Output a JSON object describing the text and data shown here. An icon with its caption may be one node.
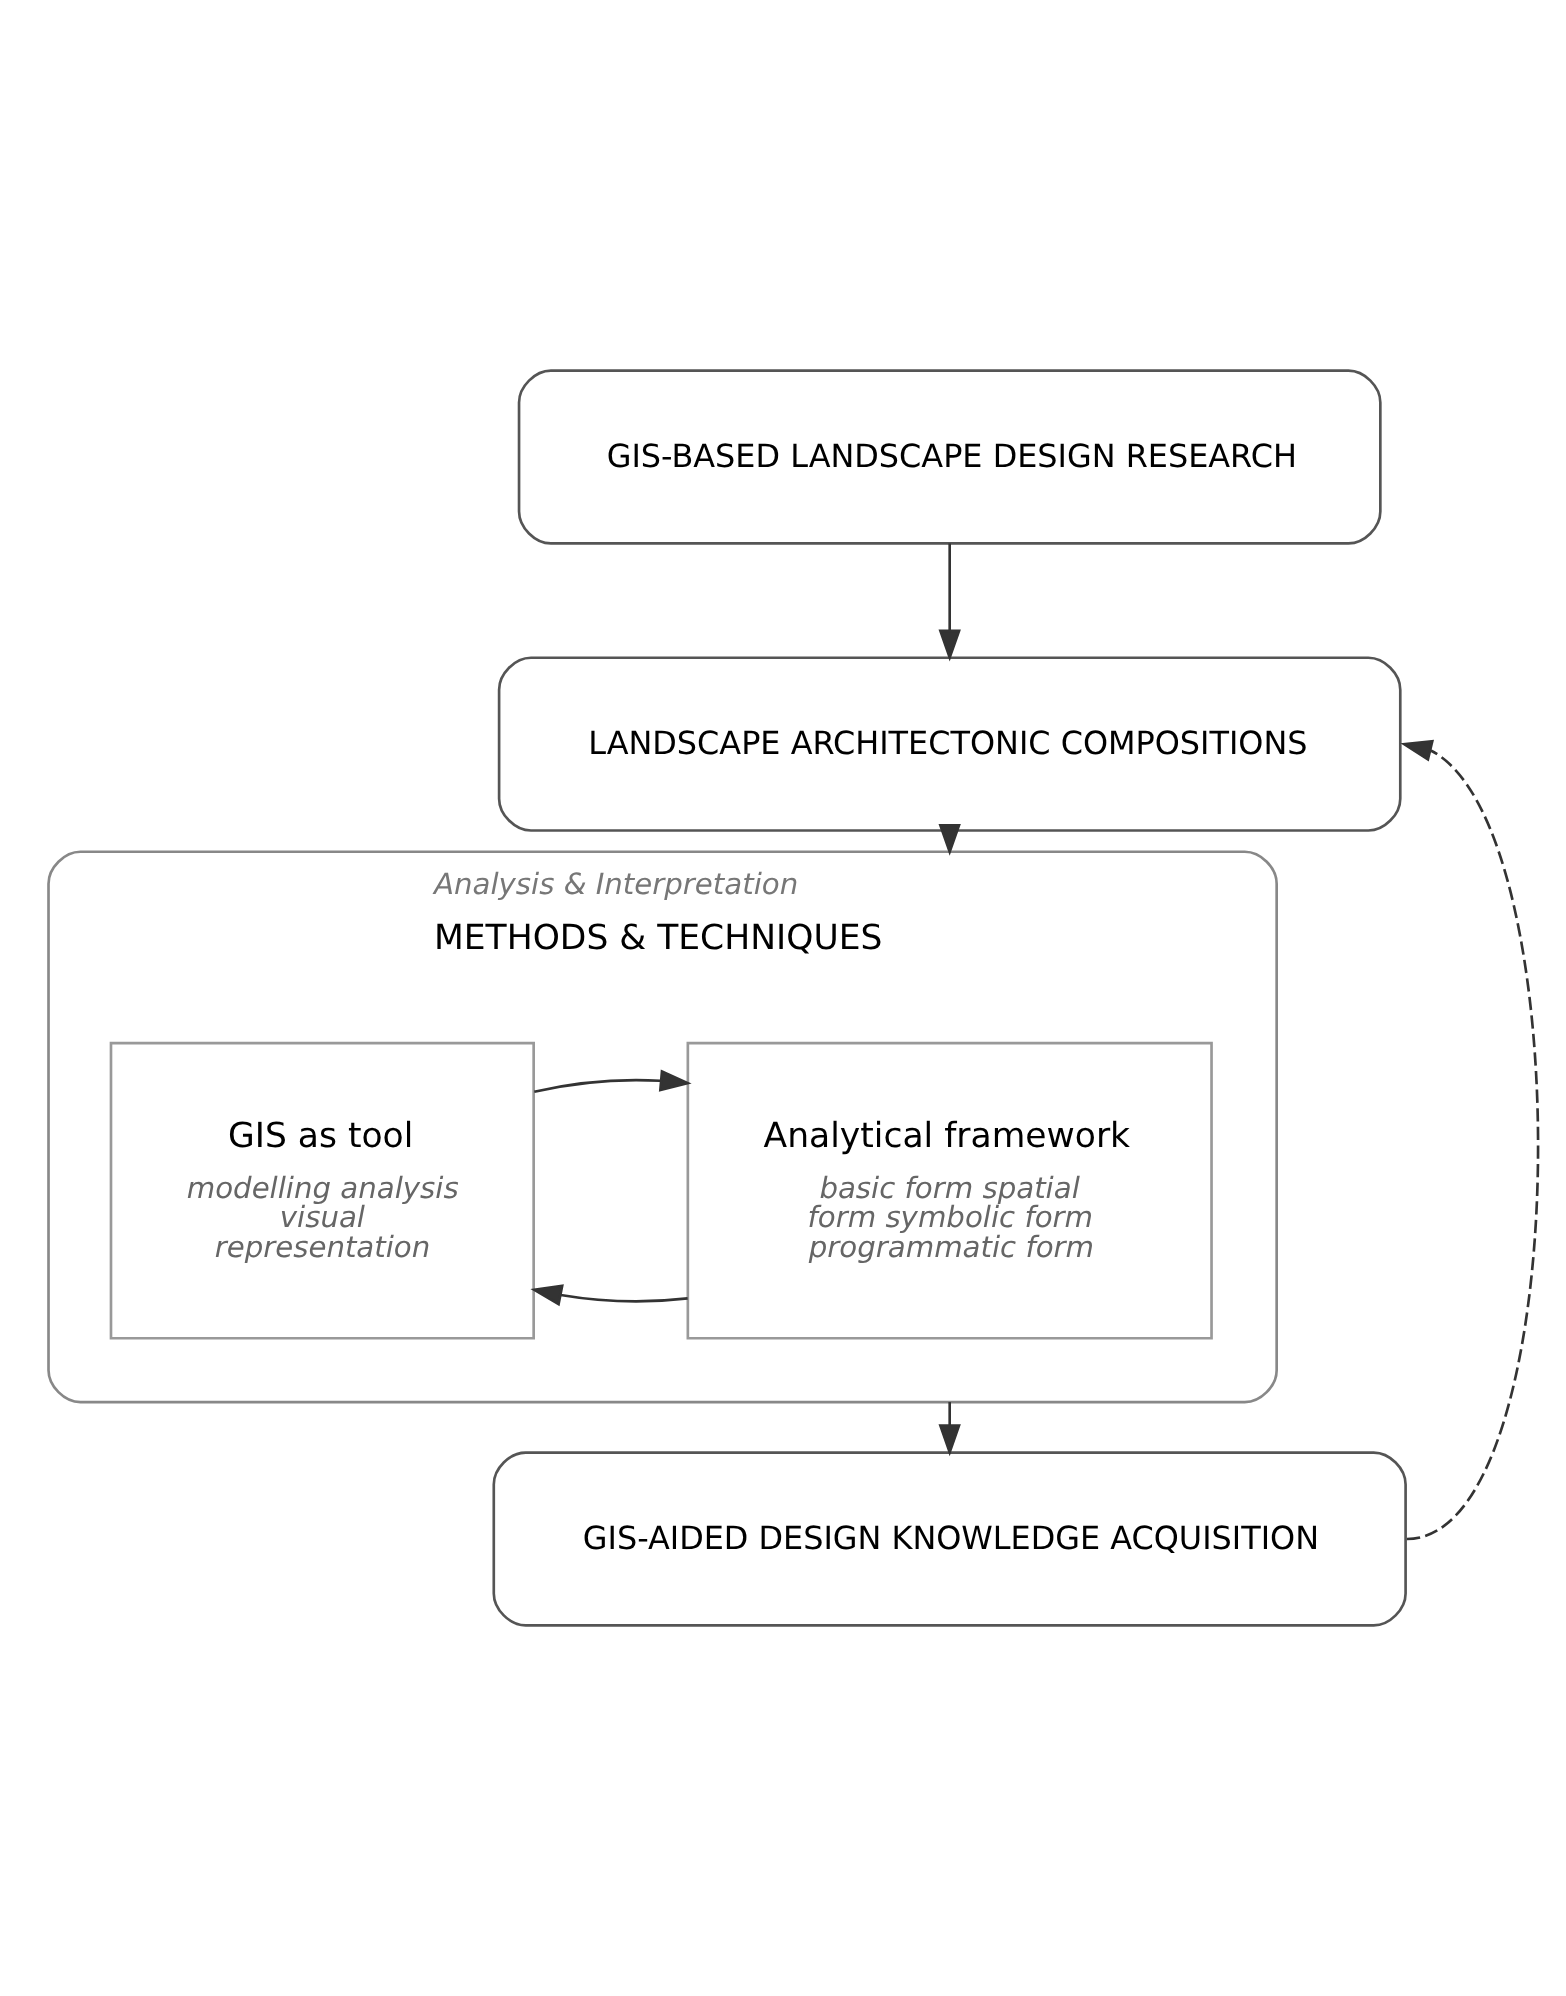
{
  "diagram": {
    "nodes": [
      {
        "text": [
          "GIS-BASED LANDSCAPE DESIGN RESEARCH"
        ]
      },
      {
        "text": [
          "LANDSCAPE ARCHITECTONIC COMPOSITIONS"
        ]
      },
      {
        "text": [
          "Analysis & Interpretation",
          "METHODS & TECHNIQUES"
        ]
      },
      {
        "text": [
          "Analytical framework",
          "basic form spatial form symbolic form programmatic form"
        ],
        "in": 2
      },
      {
        "text": [
          "GIS as tool",
          "modelling analysis visual representation"
        ],
        "in": 2
      },
      {
        "text": [
          "GIS-AIDED DESIGN KNOWLEDGE ACQUISITION"
        ]
      }
    ],
    "edges": [
      {
        "from": 0,
        "to": 1,
        "arrow": "to"
      },
      {
        "from": 1,
        "to": 2,
        "arrow": "to"
      },
      {
        "from": 3,
        "to": 4,
        "arrow": "to"
      },
      {
        "from": 4,
        "to": 3,
        "arrow": "to"
      },
      {
        "from": 2,
        "to": 5,
        "arrow": "to"
      },
      {
        "from": 5,
        "to": 1,
        "arrow": "to",
        "style": "dashed"
      }
    ]
  }
}
